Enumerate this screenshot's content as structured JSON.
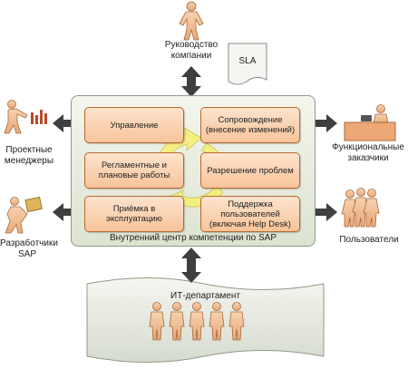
{
  "actors": {
    "management": "Руководство\nкомпании",
    "project_managers": "Проектные\nменеджеры",
    "sap_developers": "Разработчики\nSAP",
    "functional_customers": "Функциональные\nзаказчики",
    "users": "Пользователи"
  },
  "sla_label": "SLA",
  "center_title": "Внутренний центр компетенции по SAP",
  "processes": {
    "governance": "Управление",
    "scheduled_work": "Регламентные и\nплановые работы",
    "acceptance": "Приёмка в\nэксплуатацию",
    "maintenance": "Сопровождение\n(внесение изменений)",
    "problem_resolution": "Разрешение проблем",
    "user_support": "Поддержка\nпользователей\n(включая Help Desk)"
  },
  "it_department": "ИТ-департамент",
  "colors": {
    "process_fill": "#f8c49a",
    "process_border": "#b8682e",
    "arrow": "#3f3f3f",
    "cycle": "#f2ee80"
  }
}
